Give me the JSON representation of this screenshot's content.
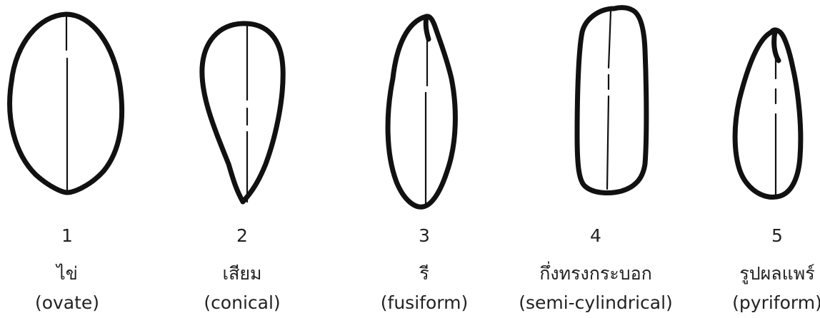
{
  "items": [
    {
      "number": "1",
      "thai": "ไข่",
      "english": "(ovate)"
    },
    {
      "number": "2",
      "thai": "เสียม",
      "english": "(conical)"
    },
    {
      "number": "3",
      "thai": "รี",
      "english": "(fusiform)"
    },
    {
      "number": "4",
      "thai": "กึ่งทรงกระบอก",
      "english": "(semi-cylindrical)"
    },
    {
      "number": "5",
      "thai": "รูปผลแพร์",
      "english": "(pyriform)"
    }
  ]
}
